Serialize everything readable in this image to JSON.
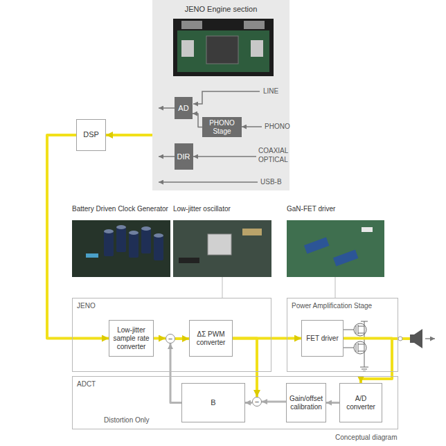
{
  "diagram": {
    "caption": "Conceptual diagram",
    "nodes": [
      {
        "text": [
          "JENO Engine section"
        ]
      },
      {
        "text": [
          "AD"
        ],
        "in": 0
      },
      {
        "text": [
          "PHONO Stage"
        ],
        "in": 0
      },
      {
        "text": [
          "DIR"
        ],
        "in": 0
      },
      {
        "text": [
          "DSP"
        ]
      },
      {
        "text": [
          "JENO"
        ]
      },
      {
        "text": [
          "Low-jitter sample rate converter"
        ],
        "in": 5
      },
      {
        "text": [
          "−"
        ],
        "in": 5
      },
      {
        "text": [
          "ΔΣ PWM converter"
        ],
        "in": 5
      },
      {
        "text": [
          "Power Amplification Stage"
        ]
      },
      {
        "text": [
          "FET driver"
        ],
        "in": 9
      },
      {
        "text": [
          "ADCT",
          "Distortion Only"
        ]
      },
      {
        "text": [
          "B"
        ],
        "in": 11
      },
      {
        "text": [
          "−"
        ],
        "in": 11
      },
      {
        "text": [
          "Gain/offset calibration"
        ],
        "in": 11
      },
      {
        "text": [
          "A/D converter"
        ],
        "in": 11
      }
    ],
    "edges": [
      {
        "from": 2,
        "to": 1,
        "arrow": "to"
      },
      {
        "from": 0,
        "to": 4,
        "arrow": "to"
      },
      {
        "from": 4,
        "to": 6,
        "arrow": "to"
      },
      {
        "from": 6,
        "to": 7,
        "arrow": "to"
      },
      {
        "from": 7,
        "to": 8,
        "arrow": "to"
      },
      {
        "from": 8,
        "to": 10,
        "arrow": "to"
      },
      {
        "from": 8,
        "to": 13,
        "arrow": "to"
      },
      {
        "from": 10,
        "to": 15,
        "arrow": "to"
      },
      {
        "from": 15,
        "to": 14,
        "arrow": "to"
      },
      {
        "from": 14,
        "to": 13,
        "arrow": "to"
      },
      {
        "from": 13,
        "to": 12,
        "arrow": "to"
      },
      {
        "from": 12,
        "to": 7,
        "arrow": "to"
      }
    ],
    "labels": [
      "LINE",
      "PHONO",
      "COAXIAL",
      "OPTICAL",
      "USB-B",
      "Battery Driven Clock Generator",
      "Low-jitter oscillator",
      "GaN-FET driver"
    ]
  }
}
